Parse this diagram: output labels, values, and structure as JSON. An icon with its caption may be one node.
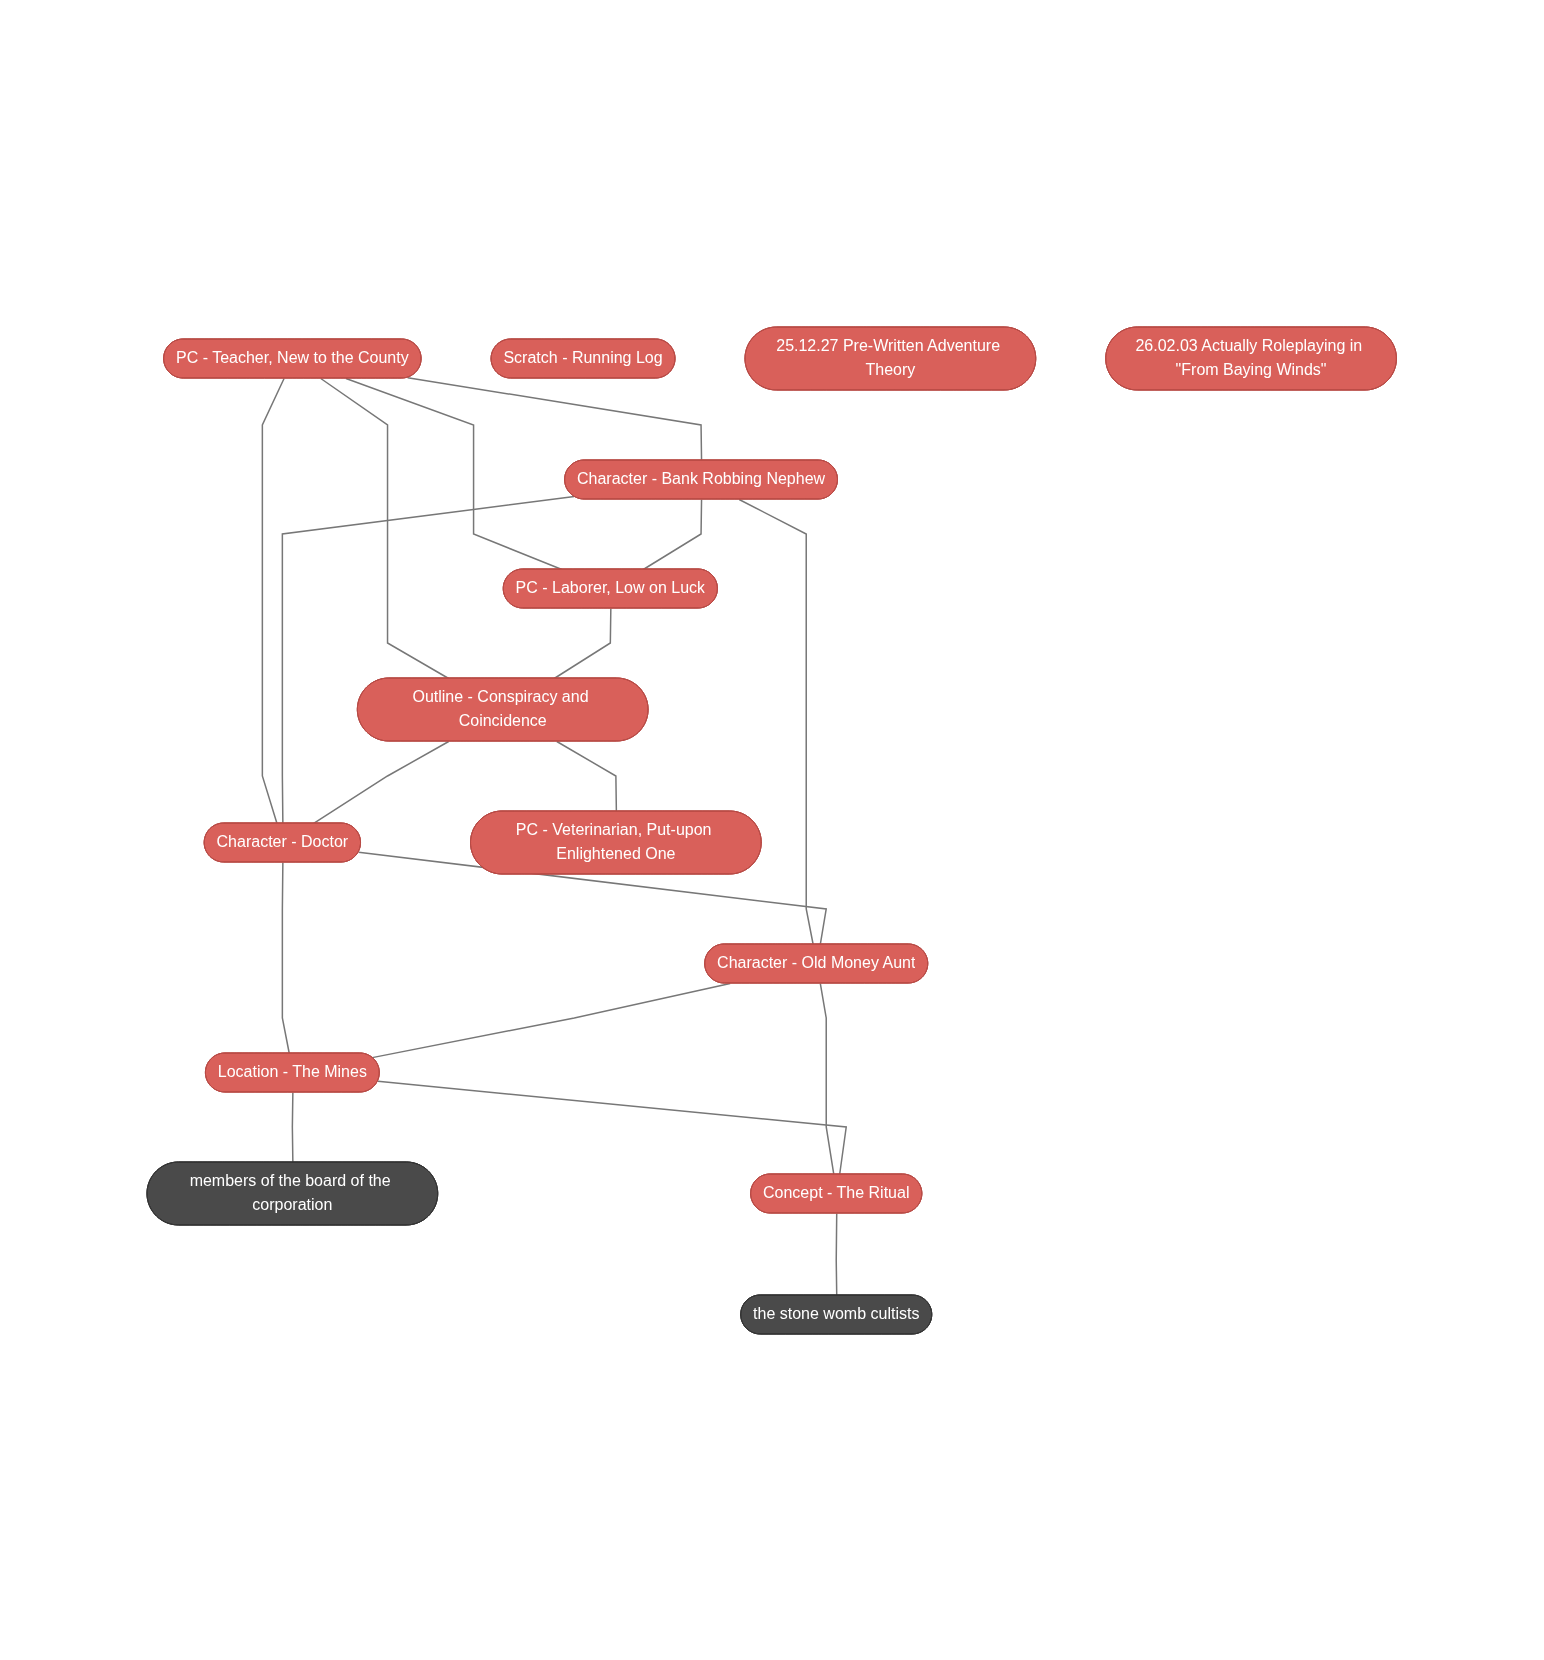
{
  "diagram": {
    "nodes": [
      {
        "text": [
          "PC - Teacher, New to the County"
        ]
      },
      {
        "text": [
          "Character - Bank Robbing Nephew"
        ]
      },
      {
        "text": [
          "Outline - Conspiracy and Coincidence"
        ]
      },
      {
        "text": [
          "PC - Laborer, Low on Luck"
        ]
      },
      {
        "text": [
          "Scratch - Running Log"
        ]
      },
      {
        "text": [
          "Character - Doctor"
        ]
      },
      {
        "text": [
          "Character - Old Money Aunt"
        ]
      },
      {
        "text": [
          "PC - Veterinarian, Put-upon Enlightened One"
        ]
      },
      {
        "text": [
          "25.12.27 Pre-Written Adventure Theory"
        ]
      },
      {
        "text": [
          "Location - The Mines"
        ]
      },
      {
        "text": [
          "members of the board of the corporation"
        ]
      },
      {
        "text": [
          "26.02.03 Actually Roleplaying in \"From Baying Winds\""
        ]
      },
      {
        "text": [
          "Concept - The Ritual"
        ]
      },
      {
        "text": [
          "the stone womb cultists"
        ]
      }
    ],
    "edges": [
      {
        "from": 0,
        "to": 1,
        "arrow": "none"
      },
      {
        "from": 0,
        "to": 3,
        "arrow": "none"
      },
      {
        "from": 0,
        "to": 5,
        "arrow": "none"
      },
      {
        "from": 0,
        "to": 2,
        "arrow": "none"
      },
      {
        "from": 1,
        "to": 3,
        "arrow": "none"
      },
      {
        "from": 1,
        "to": 5,
        "arrow": "none"
      },
      {
        "from": 1,
        "to": 6,
        "arrow": "none"
      },
      {
        "from": 3,
        "to": 2,
        "arrow": "none"
      },
      {
        "from": 2,
        "to": 5,
        "arrow": "none"
      },
      {
        "from": 2,
        "to": 7,
        "arrow": "none"
      },
      {
        "from": 5,
        "to": 6,
        "arrow": "none"
      },
      {
        "from": 5,
        "to": 9,
        "arrow": "none"
      },
      {
        "from": 6,
        "to": 9,
        "arrow": "none"
      },
      {
        "from": 6,
        "to": 12,
        "arrow": "none"
      },
      {
        "from": 9,
        "to": 10,
        "arrow": "none"
      },
      {
        "from": 9,
        "to": 12,
        "arrow": "none"
      },
      {
        "from": 12,
        "to": 13,
        "arrow": "none"
      }
    ]
  }
}
